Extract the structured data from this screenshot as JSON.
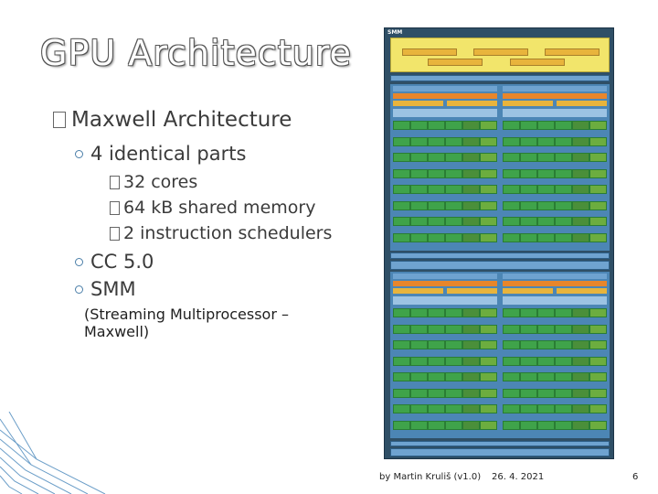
{
  "slide": {
    "title": "GPU Architecture",
    "bullet_main": "Maxwell Architecture",
    "sub1": "4 identical parts",
    "subsub": [
      "32 cores",
      "64 kB shared memory",
      "2 instruction schedulers"
    ],
    "sub2": "CC 5.0",
    "sub3": "SMM",
    "note": "(Streaming Multiprocessor – Maxwell)"
  },
  "footer": {
    "author": "by Martin Kruliš (v1.0)",
    "date": "26. 4. 2021",
    "page": "6"
  },
  "diagram": {
    "label": "SMM",
    "colors": {
      "background": "#2f4f66",
      "yellow": "#f2e56b",
      "orange": "#e8862b",
      "blue": "#4c86b5",
      "core_green": "#3fa34a"
    }
  }
}
